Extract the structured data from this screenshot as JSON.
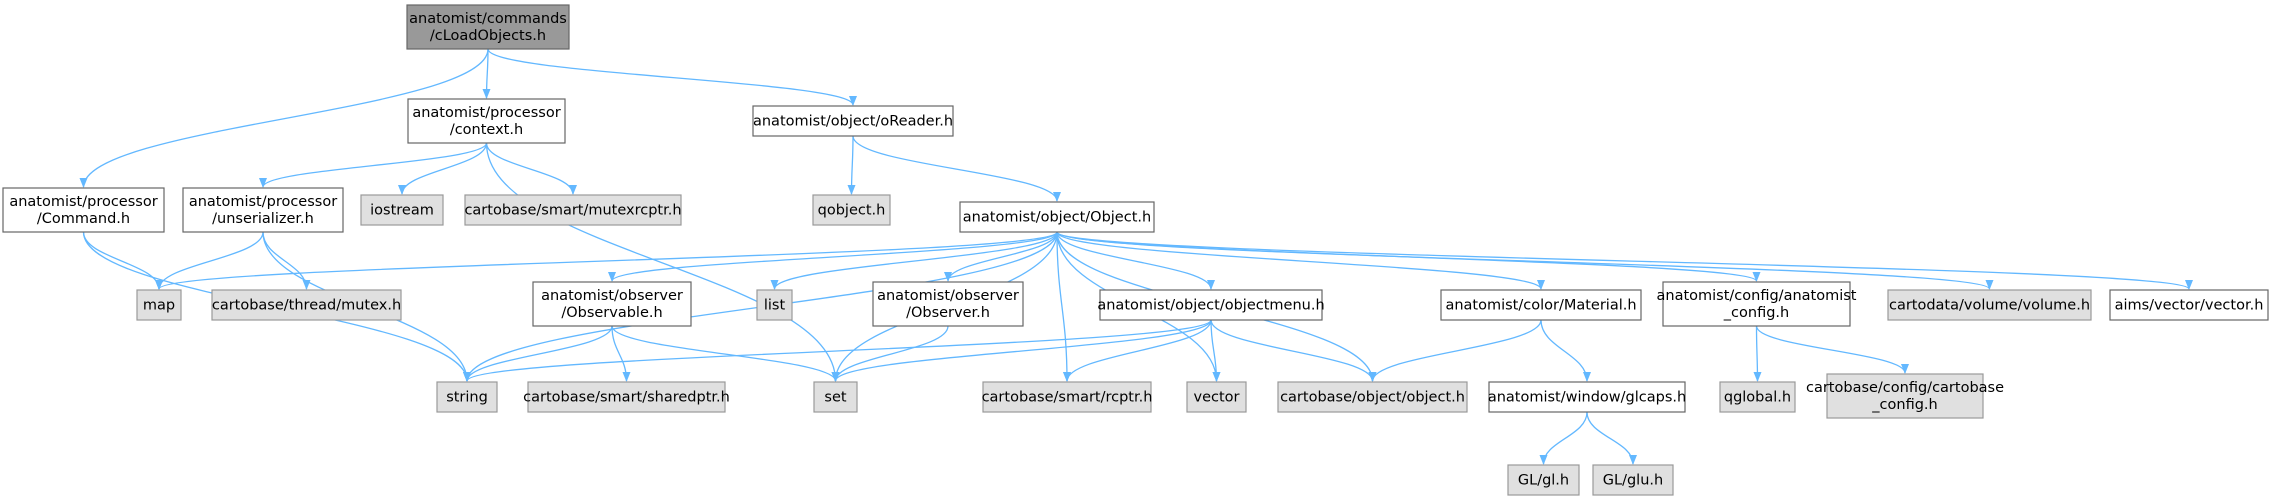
{
  "diagram": {
    "colors": {
      "root_fill": "#999999",
      "root_border": "#666666",
      "documented_fill": "#ffffff",
      "documented_border": "#666666",
      "external_fill": "#e0e0e0",
      "external_border": "#999999",
      "edge": "#63b8ff"
    },
    "nodes": [
      {
        "id": "root",
        "kind": "root",
        "lines": [
          "anatomist/commands",
          "/cLoadObjects.h"
        ]
      },
      {
        "id": "context",
        "kind": "documented",
        "lines": [
          "anatomist/processor",
          "/context.h"
        ]
      },
      {
        "id": "oreader",
        "kind": "documented",
        "lines": [
          "anatomist/object/oReader.h"
        ]
      },
      {
        "id": "command",
        "kind": "documented",
        "lines": [
          "anatomist/processor",
          "/Command.h"
        ]
      },
      {
        "id": "unserializer",
        "kind": "documented",
        "lines": [
          "anatomist/processor",
          "/unserializer.h"
        ]
      },
      {
        "id": "iostream",
        "kind": "external",
        "lines": [
          "iostream"
        ]
      },
      {
        "id": "mutexrcptr",
        "kind": "external",
        "lines": [
          "cartobase/smart/mutexrcptr.h"
        ]
      },
      {
        "id": "qobject",
        "kind": "external",
        "lines": [
          "qobject.h"
        ]
      },
      {
        "id": "object",
        "kind": "documented",
        "lines": [
          "anatomist/object/Object.h"
        ]
      },
      {
        "id": "map",
        "kind": "external",
        "lines": [
          "map"
        ]
      },
      {
        "id": "mutex",
        "kind": "external",
        "lines": [
          "cartobase/thread/mutex.h"
        ]
      },
      {
        "id": "observable",
        "kind": "documented",
        "lines": [
          "anatomist/observer",
          "/Observable.h"
        ]
      },
      {
        "id": "list",
        "kind": "external",
        "lines": [
          "list"
        ]
      },
      {
        "id": "observer",
        "kind": "documented",
        "lines": [
          "anatomist/observer",
          "/Observer.h"
        ]
      },
      {
        "id": "objectmenu",
        "kind": "documented",
        "lines": [
          "anatomist/object/objectmenu.h"
        ]
      },
      {
        "id": "material",
        "kind": "documented",
        "lines": [
          "anatomist/color/Material.h"
        ]
      },
      {
        "id": "anaconfig",
        "kind": "documented",
        "lines": [
          "anatomist/config/anatomist",
          "_config.h"
        ]
      },
      {
        "id": "volume",
        "kind": "external",
        "lines": [
          "cartodata/volume/volume.h"
        ]
      },
      {
        "id": "aimsvector",
        "kind": "documented",
        "lines": [
          "aims/vector/vector.h"
        ]
      },
      {
        "id": "string",
        "kind": "external",
        "lines": [
          "string"
        ]
      },
      {
        "id": "sharedptr",
        "kind": "external",
        "lines": [
          "cartobase/smart/sharedptr.h"
        ]
      },
      {
        "id": "set",
        "kind": "external",
        "lines": [
          "set"
        ]
      },
      {
        "id": "rcptr",
        "kind": "external",
        "lines": [
          "cartobase/smart/rcptr.h"
        ]
      },
      {
        "id": "vector",
        "kind": "external",
        "lines": [
          "vector"
        ]
      },
      {
        "id": "cbobject",
        "kind": "external",
        "lines": [
          "cartobase/object/object.h"
        ]
      },
      {
        "id": "glcaps",
        "kind": "documented",
        "lines": [
          "anatomist/window/glcaps.h"
        ]
      },
      {
        "id": "qglobal",
        "kind": "external",
        "lines": [
          "qglobal.h"
        ]
      },
      {
        "id": "cbconfig",
        "kind": "external",
        "lines": [
          "cartobase/config/cartobase",
          "_config.h"
        ]
      },
      {
        "id": "gl",
        "kind": "external",
        "lines": [
          "GL/gl.h"
        ]
      },
      {
        "id": "glu",
        "kind": "external",
        "lines": [
          "GL/glu.h"
        ]
      }
    ],
    "edges": [
      [
        "root",
        "command"
      ],
      [
        "root",
        "context"
      ],
      [
        "root",
        "oreader"
      ],
      [
        "command",
        "map"
      ],
      [
        "command",
        "string"
      ],
      [
        "context",
        "unserializer"
      ],
      [
        "context",
        "iostream"
      ],
      [
        "context",
        "mutexrcptr"
      ],
      [
        "context",
        "set"
      ],
      [
        "unserializer",
        "map"
      ],
      [
        "unserializer",
        "mutex"
      ],
      [
        "unserializer",
        "string"
      ],
      [
        "oreader",
        "qobject"
      ],
      [
        "oreader",
        "object"
      ],
      [
        "object",
        "map"
      ],
      [
        "object",
        "string"
      ],
      [
        "object",
        "observable"
      ],
      [
        "object",
        "list"
      ],
      [
        "object",
        "set"
      ],
      [
        "object",
        "observer"
      ],
      [
        "object",
        "objectmenu"
      ],
      [
        "object",
        "rcptr"
      ],
      [
        "object",
        "vector"
      ],
      [
        "object",
        "cbobject"
      ],
      [
        "object",
        "material"
      ],
      [
        "object",
        "anaconfig"
      ],
      [
        "object",
        "volume"
      ],
      [
        "object",
        "aimsvector"
      ],
      [
        "observable",
        "string"
      ],
      [
        "observable",
        "sharedptr"
      ],
      [
        "observable",
        "set"
      ],
      [
        "observer",
        "set"
      ],
      [
        "objectmenu",
        "string"
      ],
      [
        "objectmenu",
        "set"
      ],
      [
        "objectmenu",
        "rcptr"
      ],
      [
        "objectmenu",
        "vector"
      ],
      [
        "objectmenu",
        "cbobject"
      ],
      [
        "material",
        "cbobject"
      ],
      [
        "material",
        "glcaps"
      ],
      [
        "anaconfig",
        "qglobal"
      ],
      [
        "anaconfig",
        "cbconfig"
      ],
      [
        "glcaps",
        "gl"
      ],
      [
        "glcaps",
        "glu"
      ]
    ]
  }
}
